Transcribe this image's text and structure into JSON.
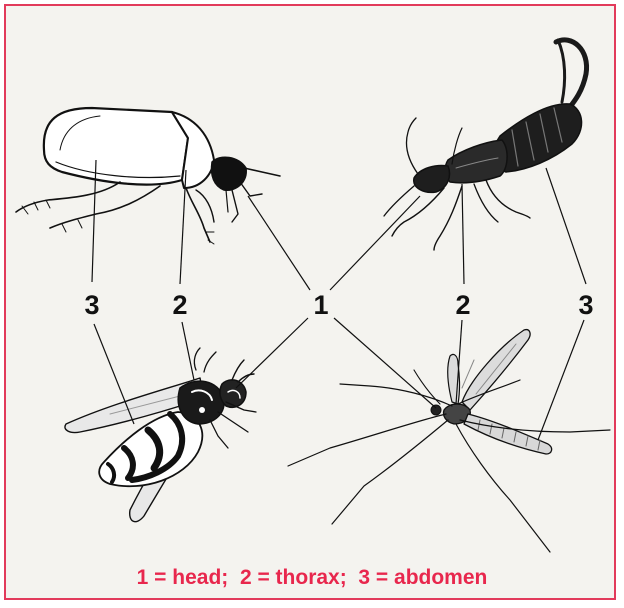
{
  "labels": {
    "beetle_abdomen": "3",
    "beetle_thorax": "2",
    "center_head": "1",
    "earwig_thorax": "2",
    "earwig_abdomen": "3"
  },
  "legend": {
    "head": "1 = head;",
    "thorax": "2 = thorax;",
    "abdomen": "3 = abdomen"
  },
  "colors": {
    "border": "#e23a5b",
    "legend_text": "#e8274d",
    "ink": "#111111"
  },
  "insects": [
    "beetle",
    "earwig",
    "wasp",
    "crane-fly"
  ]
}
